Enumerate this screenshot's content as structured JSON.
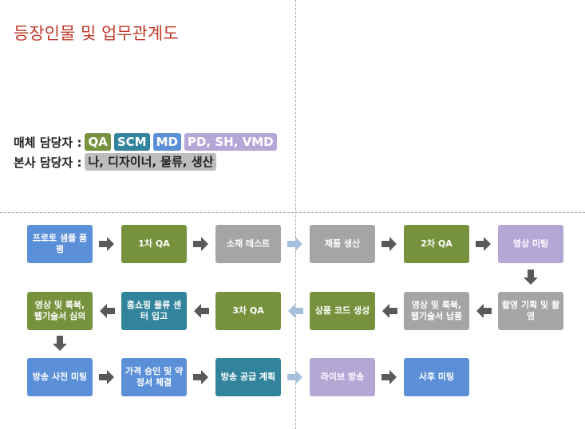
{
  "title": "등장인물 및 업무관계도",
  "legend": {
    "row1_label": "매체 담당자 :",
    "row1_tags": [
      {
        "text": "QA",
        "color": "#76923c"
      },
      {
        "text": "SCM",
        "color": "#31849b"
      },
      {
        "text": "MD",
        "color": "#5b8fd8"
      },
      {
        "text": "PD, SH, VMD",
        "color": "#b4a7d6"
      }
    ],
    "row2_label": "본사 담당자 :",
    "row2_tag": "나, 디자이너, 물류, 생산"
  },
  "flow": [
    {
      "id": "s1",
      "text": "프로토 샘플 품평",
      "color": "blue"
    },
    {
      "id": "s2",
      "text": "1차 QA",
      "color": "green"
    },
    {
      "id": "s3",
      "text": "소재 테스트",
      "color": "gray"
    },
    {
      "id": "s4",
      "text": "제품 생산",
      "color": "gray"
    },
    {
      "id": "s5",
      "text": "2차 QA",
      "color": "green"
    },
    {
      "id": "s6",
      "text": "영상 미팅",
      "color": "purple"
    },
    {
      "id": "s7",
      "text": "촬영 기획 및 촬영",
      "color": "gray"
    },
    {
      "id": "s8",
      "text": "영상 및 룩북, 웹기술서 납품",
      "color": "gray"
    },
    {
      "id": "s9",
      "text": "상품 코드 생성",
      "color": "green"
    },
    {
      "id": "s10",
      "text": "3차 QA",
      "color": "green"
    },
    {
      "id": "s11",
      "text": "홈쇼핑 물류 센터 입고",
      "color": "teal"
    },
    {
      "id": "s12",
      "text": "영상 및 룩북, 웹기술서 심의",
      "color": "green"
    },
    {
      "id": "s13",
      "text": "방송 사전 미팅",
      "color": "blue"
    },
    {
      "id": "s14",
      "text": "가격 승인 및 약정서 체결",
      "color": "blue"
    },
    {
      "id": "s15",
      "text": "방송 공급 계획",
      "color": "teal"
    },
    {
      "id": "s16",
      "text": "라이브 방송",
      "color": "purple"
    },
    {
      "id": "s17",
      "text": "사후 미팅",
      "color": "blue"
    }
  ],
  "arrow_colors": {
    "dark": "#595959",
    "light": "#a6bfdc"
  }
}
